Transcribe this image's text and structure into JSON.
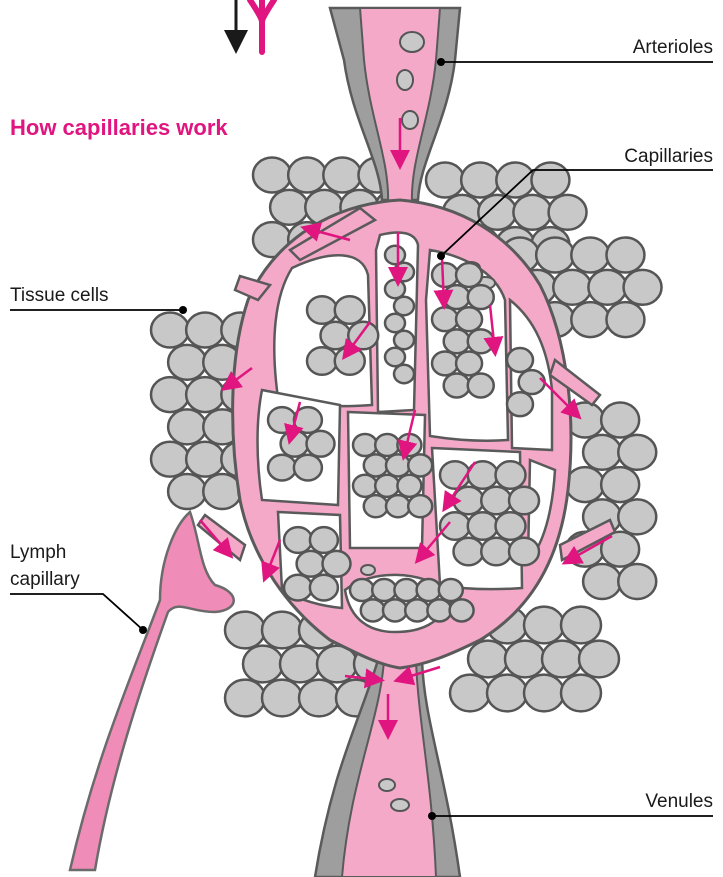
{
  "title": "How capillaries work",
  "labels": {
    "arterioles": "Arterioles",
    "capillaries": "Capillaries",
    "tissue_cells": "Tissue cells",
    "lymph_line1": "Lymph",
    "lymph_line2": "capillary",
    "venules": "Venules"
  },
  "colors": {
    "title": "#e0157f",
    "vessel_fill": "#f4a9c9",
    "vessel_outline": "#5a5a5a",
    "vessel_wall": "#9e9e9e",
    "cell_fill": "#c8c8c8",
    "lymph_fill": "#f08cb8",
    "arrow": "#e0157f",
    "leader_line": "#000000"
  }
}
